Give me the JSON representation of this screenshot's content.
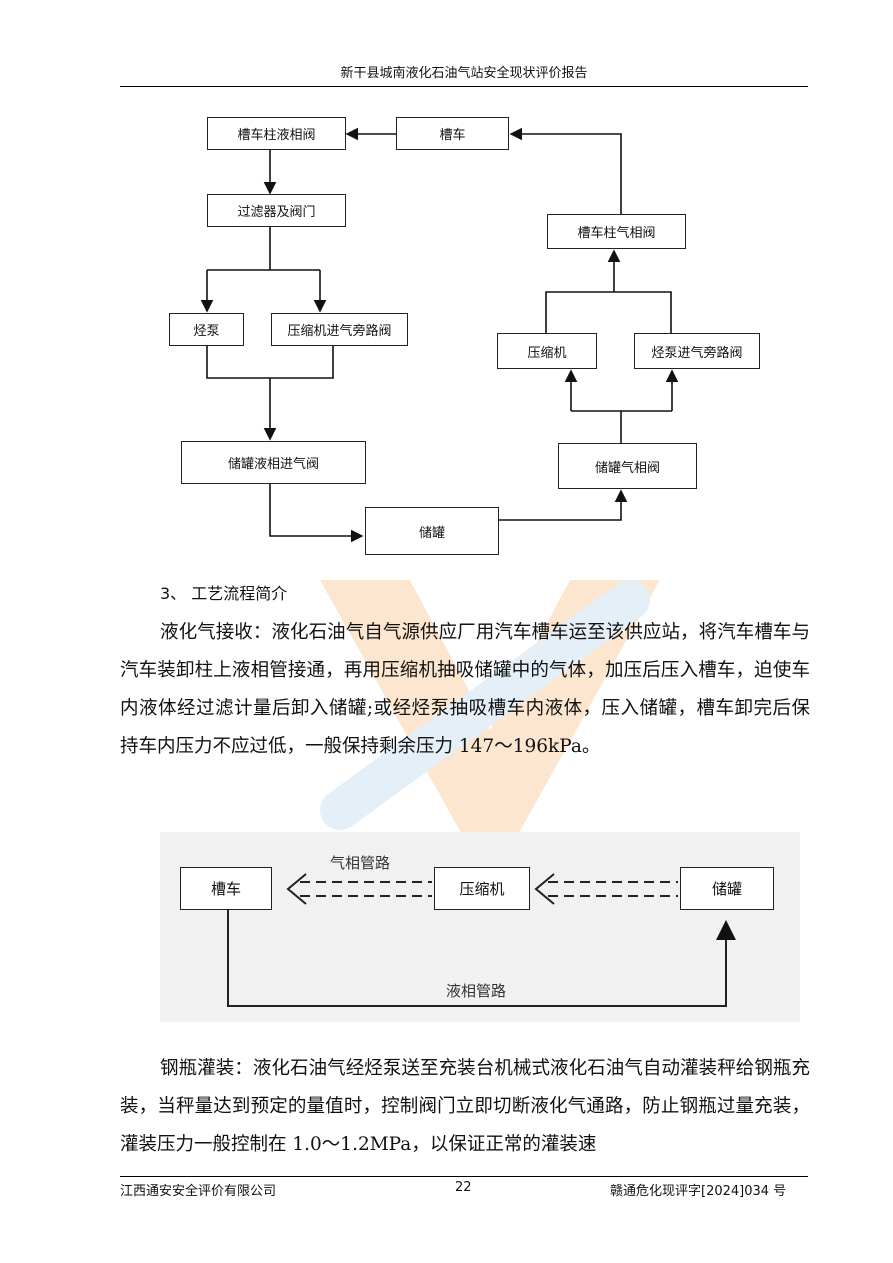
{
  "header": {
    "title": "新干县城南液化石油气站安全现状评价报告"
  },
  "flow1": {
    "nodes": {
      "tanker_liquid_valve": "槽车柱液相阀",
      "tanker": "槽车",
      "filter_valve": "过滤器及阀门",
      "tanker_gas_valve": "槽车柱气相阀",
      "pump": "烃泵",
      "compressor_bypass": "压缩机进气旁路阀",
      "compressor": "压缩机",
      "pump_bypass": "烃泵进气旁路阀",
      "tank_liquid_valve": "储罐液相进气阀",
      "tank_gas_valve": "储罐气相阀",
      "tank": "储罐"
    }
  },
  "section": {
    "heading": "3、 工艺流程简介"
  },
  "paragraphs": {
    "receive": "液化气接收：液化石油气自气源供应厂用汽车槽车运至该供应站，将汽车槽车与汽车装卸柱上液相管接通，再用压缩机抽吸储罐中的气体，加压后压入槽车，迫使车内液体经过滤计量后卸入储罐;或经烃泵抽吸槽车内液体，压入储罐，槽车卸完后保持车内压力不应过低，一般保持剩余压力 147～196kPa。",
    "filling": "钢瓶灌装：液化石油气经烃泵送至充装台机械式液化石油气自动灌装秤给钢瓶充装，当秤量达到预定的量值时，控制阀门立即切断液化气通路，防止钢瓶过量充装，灌装压力一般控制在 1.0～1.2MPa，以保证正常的灌装速"
  },
  "flow2": {
    "tanker": "槽车",
    "compressor": "压缩机",
    "tank": "储罐",
    "gas_pipe": "气相管路",
    "liquid_pipe": "液相管路"
  },
  "footer": {
    "company": "江西通安安全评价有限公司",
    "page": "22",
    "doc_no": "赣通危化现评字[2024]034 号"
  },
  "colors": {
    "watermark_orange": "#f6b26b",
    "watermark_blue": "#9fc5e8"
  }
}
